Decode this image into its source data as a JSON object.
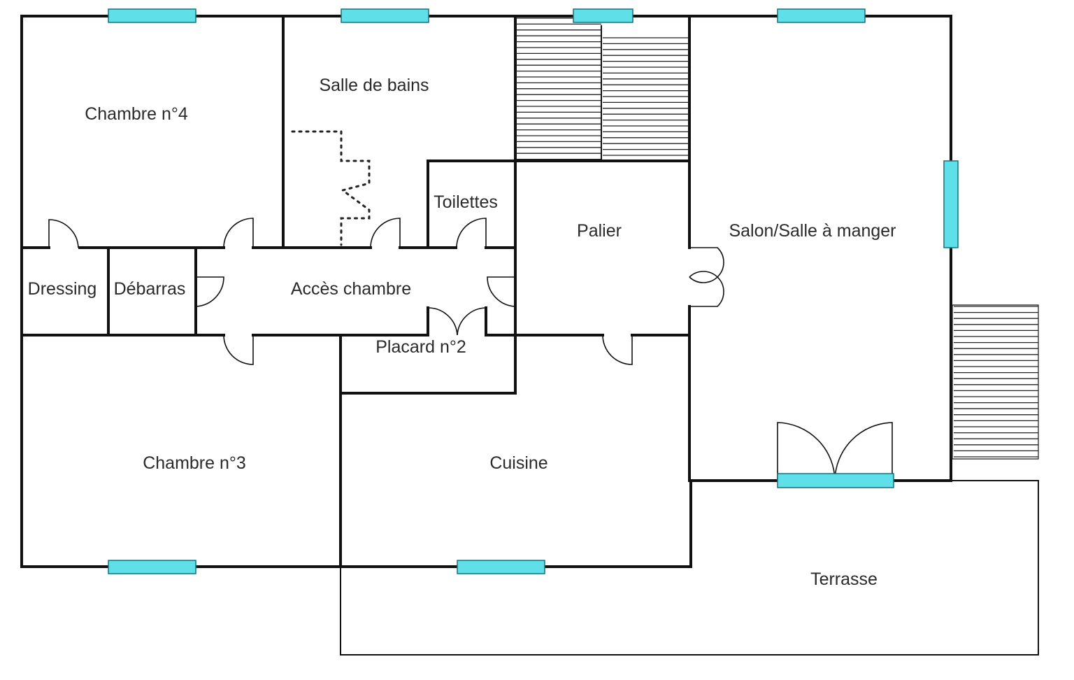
{
  "plan": {
    "colors": {
      "wall": "#111111",
      "window": "#5fe0e8",
      "background": "#ffffff"
    },
    "rooms": {
      "chambre4": "Chambre n°4",
      "salle_de_bains": "Salle de bains",
      "toilettes": "Toilettes",
      "palier": "Palier",
      "salon": "Salon/Salle à manger",
      "dressing": "Dressing",
      "debarras": "Débarras",
      "acces_chambre": "Accès chambre",
      "placard2": "Placard n°2",
      "chambre3": "Chambre n°3",
      "cuisine": "Cuisine",
      "terrasse": "Terrasse"
    }
  }
}
